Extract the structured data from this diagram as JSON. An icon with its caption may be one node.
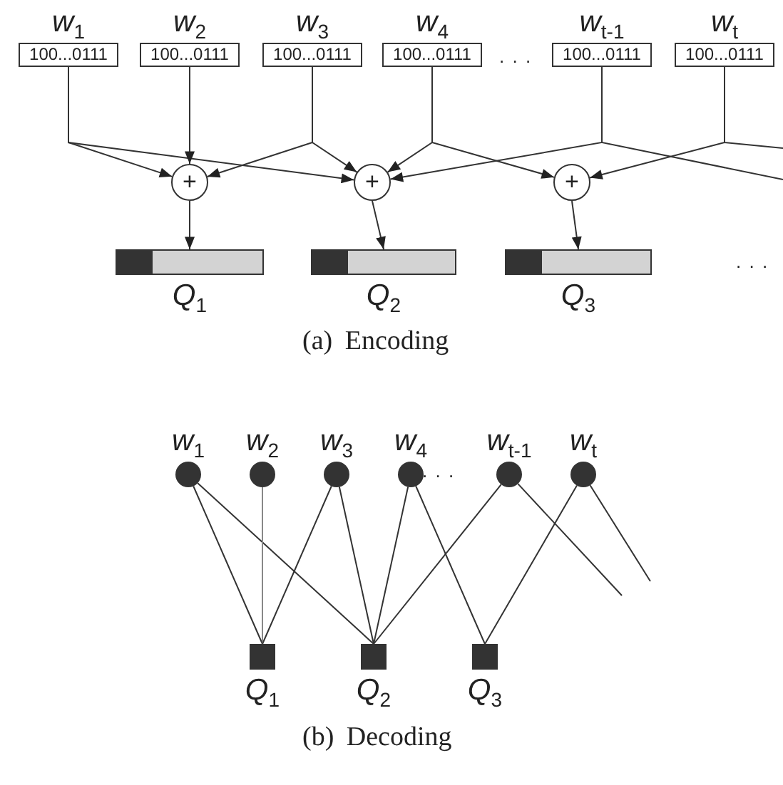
{
  "diagram": {
    "nodes": [
      {
        "text": [
          "*w*$_{1}$",
          "100...0111"
        ]
      },
      {
        "text": [
          "*w*$_{2}$",
          "100...0111"
        ]
      },
      {
        "text": [
          "*w*$_{3}$",
          "100...0111"
        ]
      },
      {
        "text": [
          "*w*$_{4}$",
          "100...0111"
        ]
      },
      {
        "text": [
          "*w*$_{t-1}$",
          "100...0111"
        ]
      },
      {
        "text": [
          "*w*$_{t}$",
          "100...0111"
        ]
      },
      {
        "text": [
          "+"
        ]
      },
      {
        "text": [
          "+"
        ]
      },
      {
        "text": [
          "+"
        ]
      },
      {
        "text": [
          "*Q*$_{1}$"
        ]
      },
      {
        "text": [
          "*Q*$_{2}$"
        ]
      },
      {
        "text": [
          "*Q*$_{3}$"
        ]
      },
      {
        "text": [
          "*w*$_{1}$"
        ]
      },
      {
        "text": [
          "*w*$_{2}$"
        ]
      },
      {
        "text": [
          "*w*$_{3}$"
        ]
      },
      {
        "text": [
          "*w*$_{4}$"
        ]
      },
      {
        "text": [
          "*w*$_{t-1}$"
        ]
      },
      {
        "text": [
          "*w*$_{t}$"
        ]
      },
      {
        "text": [
          "*Q*$_{1}$"
        ]
      },
      {
        "text": [
          "*Q*$_{2}$"
        ]
      },
      {
        "text": [
          "*Q*$_{3}$"
        ]
      }
    ],
    "edges": [
      {
        "from": 0,
        "to": 6,
        "arrow": "to"
      },
      {
        "from": 0,
        "to": 7,
        "arrow": "to"
      },
      {
        "from": 1,
        "to": 6,
        "arrow": "to"
      },
      {
        "from": 2,
        "to": 6,
        "arrow": "to"
      },
      {
        "from": 2,
        "to": 7,
        "arrow": "to"
      },
      {
        "from": 3,
        "to": 7,
        "arrow": "to"
      },
      {
        "from": 3,
        "to": 8,
        "arrow": "to"
      },
      {
        "from": 4,
        "to": 7,
        "arrow": "to"
      },
      {
        "from": 4,
        "to": null,
        "arrow": "none"
      },
      {
        "from": 5,
        "to": 8,
        "arrow": "to"
      },
      {
        "from": 5,
        "to": null,
        "arrow": "none"
      },
      {
        "from": 6,
        "to": 9,
        "arrow": "to"
      },
      {
        "from": 7,
        "to": 10,
        "arrow": "to"
      },
      {
        "from": 8,
        "to": 11,
        "arrow": "to"
      },
      {
        "from": 12,
        "to": 18,
        "arrow": "none"
      },
      {
        "from": 12,
        "to": 19,
        "arrow": "none"
      },
      {
        "from": 13,
        "to": 18,
        "arrow": "none",
        "color": "#888888"
      },
      {
        "from": 14,
        "to": 18,
        "arrow": "none"
      },
      {
        "from": 14,
        "to": 19,
        "arrow": "none"
      },
      {
        "from": 15,
        "to": 19,
        "arrow": "none"
      },
      {
        "from": 15,
        "to": 20,
        "arrow": "none"
      },
      {
        "from": 16,
        "to": 19,
        "arrow": "none"
      },
      {
        "from": 16,
        "to": null,
        "arrow": "none"
      },
      {
        "from": 17,
        "to": 20,
        "arrow": "none"
      },
      {
        "from": 17,
        "to": null,
        "arrow": "none"
      }
    ],
    "labels": [
      ". . .",
      ". . .",
      "(a) Encoding",
      ". . .",
      "(b) Decoding"
    ]
  }
}
